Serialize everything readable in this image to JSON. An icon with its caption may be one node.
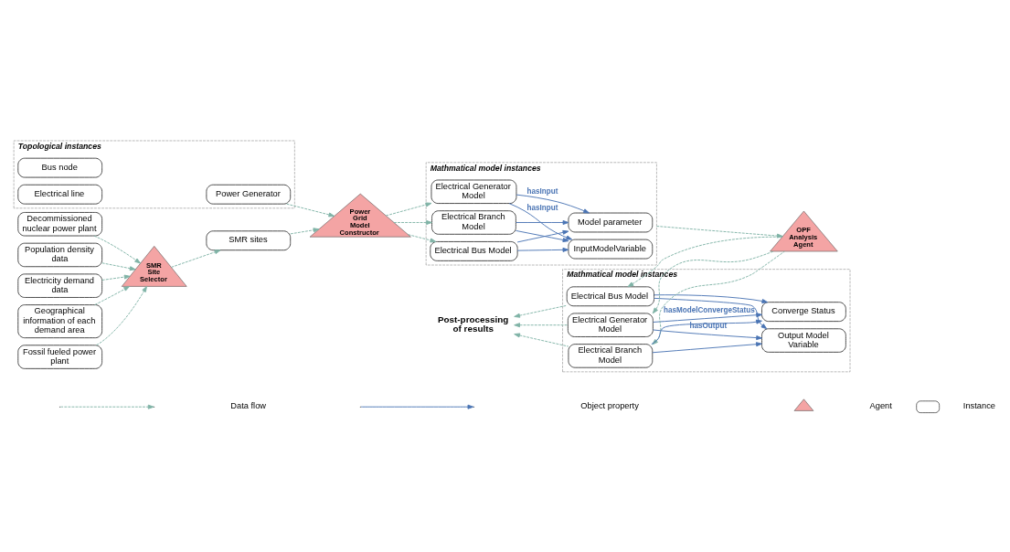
{
  "diagram": {
    "nodes": [
      {
        "text": [
          "Fossil fueled power plant"
        ]
      },
      {
        "text": [
          "Decommissioned nuclear power plant"
        ]
      },
      {
        "text": [
          "Population density data"
        ]
      },
      {
        "text": [
          "Electricity demand data"
        ]
      },
      {
        "text": [
          "Geographical information of each demand area"
        ]
      },
      {
        "text": [
          "SMR Site Selector"
        ]
      },
      {
        "text": [
          "Topological instances"
        ]
      },
      {
        "text": [
          "Bus node"
        ],
        "in": 6
      },
      {
        "text": [
          "Power Generator"
        ],
        "in": 6
      },
      {
        "text": [
          "Electrical line"
        ],
        "in": 6
      },
      {
        "text": [
          "SMR sites"
        ]
      },
      {
        "text": [
          "Power Grid Model Constructor"
        ]
      },
      {
        "text": [
          "Mathmatical model instances"
        ]
      },
      {
        "text": [
          "Electrical Bus Model"
        ],
        "in": 12
      },
      {
        "text": [
          "Electrical Generator Model"
        ],
        "in": 12
      },
      {
        "text": [
          "Electrical Branch Model"
        ],
        "in": 12
      },
      {
        "text": [
          "InputModelVariable"
        ],
        "in": 12
      },
      {
        "text": [
          "Model parameter"
        ],
        "in": 12
      },
      {
        "text": [
          "OPF Analysis Agent"
        ]
      },
      {
        "text": [
          "Mathmatical model instances"
        ]
      },
      {
        "text": [
          "Electrical Bus Model"
        ],
        "in": 19
      },
      {
        "text": [
          "Electrical Generator Model"
        ],
        "in": 19
      },
      {
        "text": [
          "Electrical Branch Model"
        ],
        "in": 19
      },
      {
        "text": [
          "Output Model Variable"
        ],
        "in": 19
      },
      {
        "text": [
          "Converge Status"
        ],
        "in": 19
      },
      {
        "text": [
          "Post-processing of results"
        ]
      }
    ],
    "edges": [
      {
        "from": 0,
        "to": 5,
        "arrow": "to",
        "style": "dashed"
      },
      {
        "from": 1,
        "to": 5,
        "arrow": "to",
        "style": "dashed"
      },
      {
        "from": 2,
        "to": 5,
        "arrow": "to",
        "style": "dashed"
      },
      {
        "from": 3,
        "to": 5,
        "arrow": "to",
        "style": "dashed"
      },
      {
        "from": 4,
        "to": 5,
        "arrow": "to",
        "style": "dashed"
      },
      {
        "from": 5,
        "to": 10,
        "arrow": "to",
        "style": "dashed"
      },
      {
        "from": 8,
        "to": 11,
        "arrow": "to",
        "style": "dashed"
      },
      {
        "from": 10,
        "to": 11,
        "arrow": "to",
        "style": "dashed"
      },
      {
        "from": 11,
        "to": 13,
        "arrow": "to",
        "style": "dashed"
      },
      {
        "from": 11,
        "to": 14,
        "arrow": "to",
        "style": "dashed"
      },
      {
        "from": 11,
        "to": 15,
        "arrow": "to",
        "style": "dashed"
      },
      {
        "from": 13,
        "to": 16,
        "arrow": "to",
        "color": "#4a74b4"
      },
      {
        "from": 14,
        "to": 16,
        "arrow": "to",
        "label": "hasInput",
        "color": "#4a74b4"
      },
      {
        "from": 15,
        "to": 16,
        "arrow": "to",
        "color": "#4a74b4"
      },
      {
        "from": 13,
        "to": 17,
        "arrow": "to",
        "color": "#4a74b4"
      },
      {
        "from": 14,
        "to": 17,
        "arrow": "to",
        "label": "hasInput",
        "color": "#4a74b4"
      },
      {
        "from": 15,
        "to": 17,
        "arrow": "to",
        "color": "#4a74b4"
      },
      {
        "from": 12,
        "to": 18,
        "arrow": "to",
        "style": "dashed"
      },
      {
        "from": 18,
        "to": 20,
        "arrow": "to",
        "style": "dashed"
      },
      {
        "from": 18,
        "to": 21,
        "arrow": "to",
        "style": "dashed"
      },
      {
        "from": 18,
        "to": 22,
        "arrow": "to",
        "style": "dashed"
      },
      {
        "from": 20,
        "to": 23,
        "arrow": "to",
        "color": "#4a74b4"
      },
      {
        "from": 21,
        "to": 23,
        "arrow": "to",
        "label": "hasOutput",
        "color": "#4a74b4"
      },
      {
        "from": 22,
        "to": 23,
        "arrow": "to",
        "color": "#4a74b4"
      },
      {
        "from": 20,
        "to": 24,
        "arrow": "to",
        "color": "#4a74b4"
      },
      {
        "from": 21,
        "to": 24,
        "arrow": "to",
        "label": "hasModelConvergeStatus",
        "color": "#4a74b4"
      },
      {
        "from": 22,
        "to": 24,
        "arrow": "to",
        "color": "#4a74b4"
      },
      {
        "from": 20,
        "to": 25,
        "arrow": "to",
        "style": "dashed"
      },
      {
        "from": 21,
        "to": 25,
        "arrow": "to",
        "style": "dashed"
      },
      {
        "from": 22,
        "to": 25,
        "arrow": "to",
        "style": "dashed"
      }
    ],
    "legend": [
      {
        "text": "Data flow"
      },
      {
        "text": "Object property"
      },
      {
        "text": "Agent"
      },
      {
        "text": "Instance"
      }
    ]
  }
}
